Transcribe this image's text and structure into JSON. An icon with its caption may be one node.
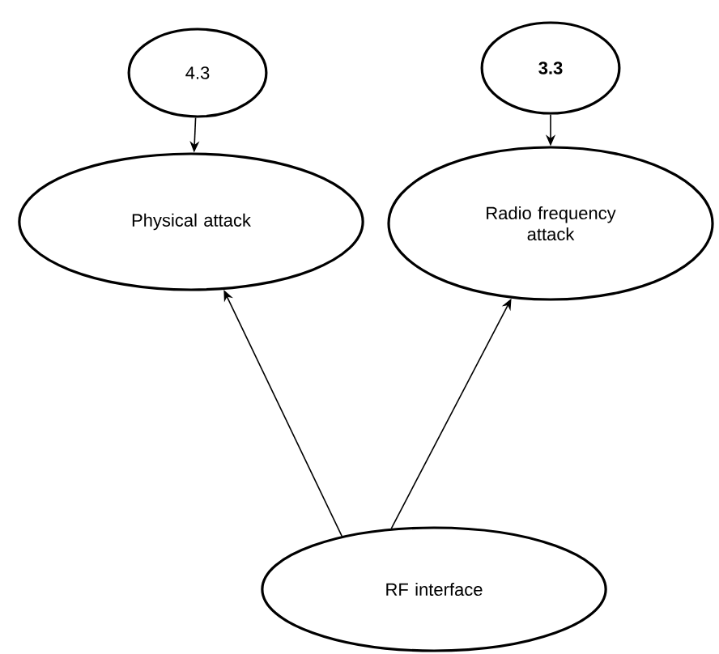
{
  "diagram": {
    "nodes": [
      {
        "text": [
          "4.3"
        ]
      },
      {
        "text": [
          "3.3"
        ]
      },
      {
        "text": [
          "Physical attack"
        ]
      },
      {
        "text": [
          "Radio frequency attack"
        ]
      },
      {
        "text": [
          "RF interface"
        ]
      }
    ],
    "edges": [
      {
        "from": 0,
        "to": 2,
        "arrow": "to"
      },
      {
        "from": 1,
        "to": 3,
        "arrow": "to"
      },
      {
        "from": 4,
        "to": 2,
        "arrow": "to"
      },
      {
        "from": 4,
        "to": 3,
        "arrow": "to"
      }
    ]
  }
}
